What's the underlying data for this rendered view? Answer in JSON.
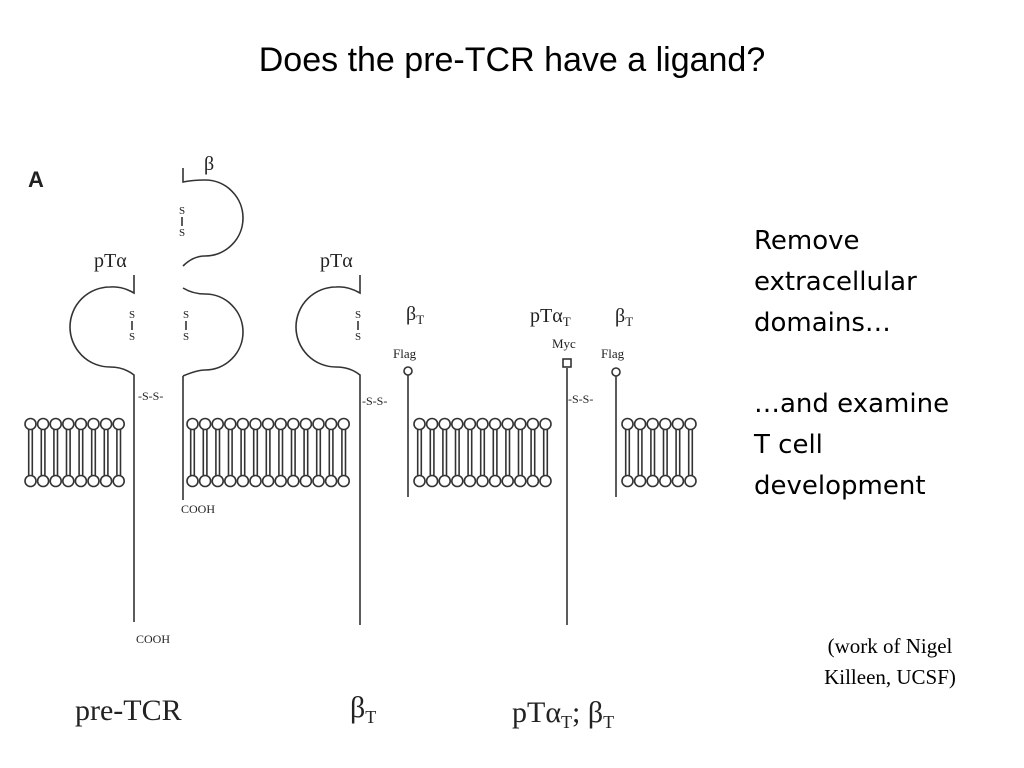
{
  "slide": {
    "title": "Does the pre-TCR have a ligand?",
    "notes": {
      "remove": "Remove\nextracellular\ndomains…",
      "examine": "…and examine\nT cell\ndevelopment"
    },
    "credit": "(work of Nigel\nKilleen, UCSF)"
  },
  "figure": {
    "panel_label": "A",
    "constructs": {
      "pre_tcr": {
        "name": "pre-TCR",
        "chain_beta": "β",
        "chain_pta": "pTα",
        "cooh_1": "COOH",
        "cooh_2": "COOH"
      },
      "beta_t": {
        "name_main": "β",
        "name_sub": "T",
        "chain_pta": "pTα",
        "chain_beta_main": "β",
        "chain_beta_sub": "T",
        "tag": "Flag"
      },
      "pta_t_beta_t": {
        "name_main_1": "pTα",
        "name_sub_1": "T",
        "name_sep": "; ",
        "name_main_2": "β",
        "name_sub_2": "T",
        "chain_pta_main": "pTα",
        "chain_pta_sub": "T",
        "chain_beta_main": "β",
        "chain_beta_sub": "T",
        "tag_1": "Myc",
        "tag_2": "Flag"
      }
    },
    "bonds": {
      "sulfur": "S",
      "disulfide": "-S-S-"
    }
  }
}
